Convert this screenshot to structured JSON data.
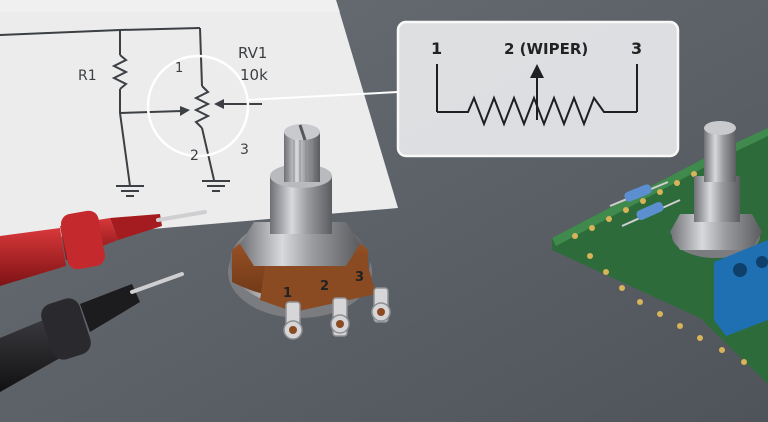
{
  "schematic": {
    "r1_label": "R1",
    "rv1_label": "RV1",
    "rv1_value": "10k",
    "pin1": "1",
    "pin2": "2",
    "pin3": "3"
  },
  "callout": {
    "pin1": "1",
    "pin2": "2 (WIPER)",
    "pin3": "3"
  },
  "component": {
    "pin1": "1",
    "pin2": "2",
    "pin3": "3"
  },
  "colors": {
    "background": "#5f646b",
    "paper": "#ececec",
    "probe_red": "#b81e22",
    "probe_black": "#1f1f22",
    "pcb": "#2e6b3a",
    "terminal": "#1f6fb3",
    "pot_body": "#8a4a22"
  }
}
